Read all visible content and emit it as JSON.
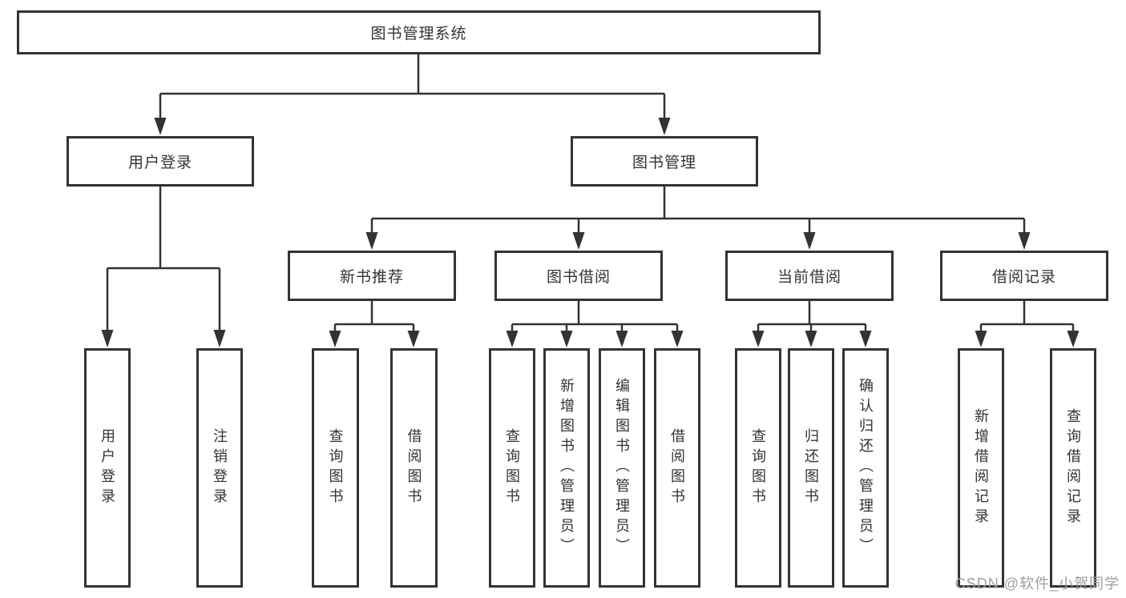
{
  "colors": {
    "line": "#333333",
    "box_border": "#333333",
    "box_fill": "#ffffff",
    "text": "#333333",
    "watermark": "#9e9e9e",
    "background": "#ffffff"
  },
  "tree": {
    "label": "图书管理系统",
    "children": [
      {
        "label": "用户登录",
        "children": [
          {
            "label": "用户登录"
          },
          {
            "label": "注销登录"
          }
        ]
      },
      {
        "label": "图书管理",
        "children": [
          {
            "label": "新书推荐",
            "children": [
              {
                "label": "查询图书"
              },
              {
                "label": "借阅图书"
              }
            ]
          },
          {
            "label": "图书借阅",
            "children": [
              {
                "label": "查询图书"
              },
              {
                "label": "新增图书（管理员）"
              },
              {
                "label": "编辑图书（管理员）"
              },
              {
                "label": "借阅图书"
              }
            ]
          },
          {
            "label": "当前借阅",
            "children": [
              {
                "label": "查询图书"
              },
              {
                "label": "归还图书"
              },
              {
                "label": "确认归还（管理员）"
              }
            ]
          },
          {
            "label": "借阅记录",
            "children": [
              {
                "label": "新增借阅记录"
              },
              {
                "label": "查询借阅记录"
              }
            ]
          }
        ]
      }
    ]
  },
  "watermark": {
    "text": "CSDN @软件_小贺同学"
  }
}
